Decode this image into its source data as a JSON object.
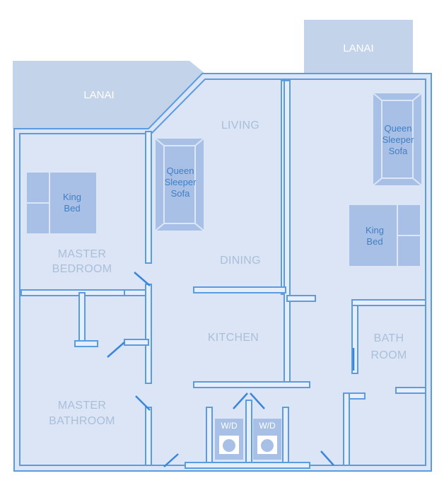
{
  "colors": {
    "floor": "#dbe5f6",
    "wall_outline": "#5b9be0",
    "wall_fill": "#e6eefb",
    "lanai": "#c3d3ea",
    "furniture": "#a9c0e6",
    "furniture_line": "#dbe6f7",
    "room_label": "#a9bfd9",
    "furniture_label": "#3f7fc4",
    "door": "#3b86d8"
  },
  "lanais": {
    "left": "LANAI",
    "right": "LANAI"
  },
  "rooms": {
    "living": "LIVING",
    "dining": "DINING",
    "kitchen": "KITCHEN",
    "master_bedroom": [
      "MASTER",
      "BEDROOM"
    ],
    "master_bathroom": [
      "MASTER",
      "BATHROOM"
    ],
    "bath_room": [
      "BATH",
      "ROOM"
    ]
  },
  "furniture": {
    "king_bed_left": [
      "King",
      "Bed"
    ],
    "king_bed_right": [
      "King",
      "Bed"
    ],
    "sofa_center": [
      "Queen",
      "Sleeper",
      "Sofa"
    ],
    "sofa_right": [
      "Queen",
      "Sleeper",
      "Sofa"
    ]
  },
  "appliances": {
    "washer_dryer_1": "W/D",
    "washer_dryer_2": "W/D"
  }
}
